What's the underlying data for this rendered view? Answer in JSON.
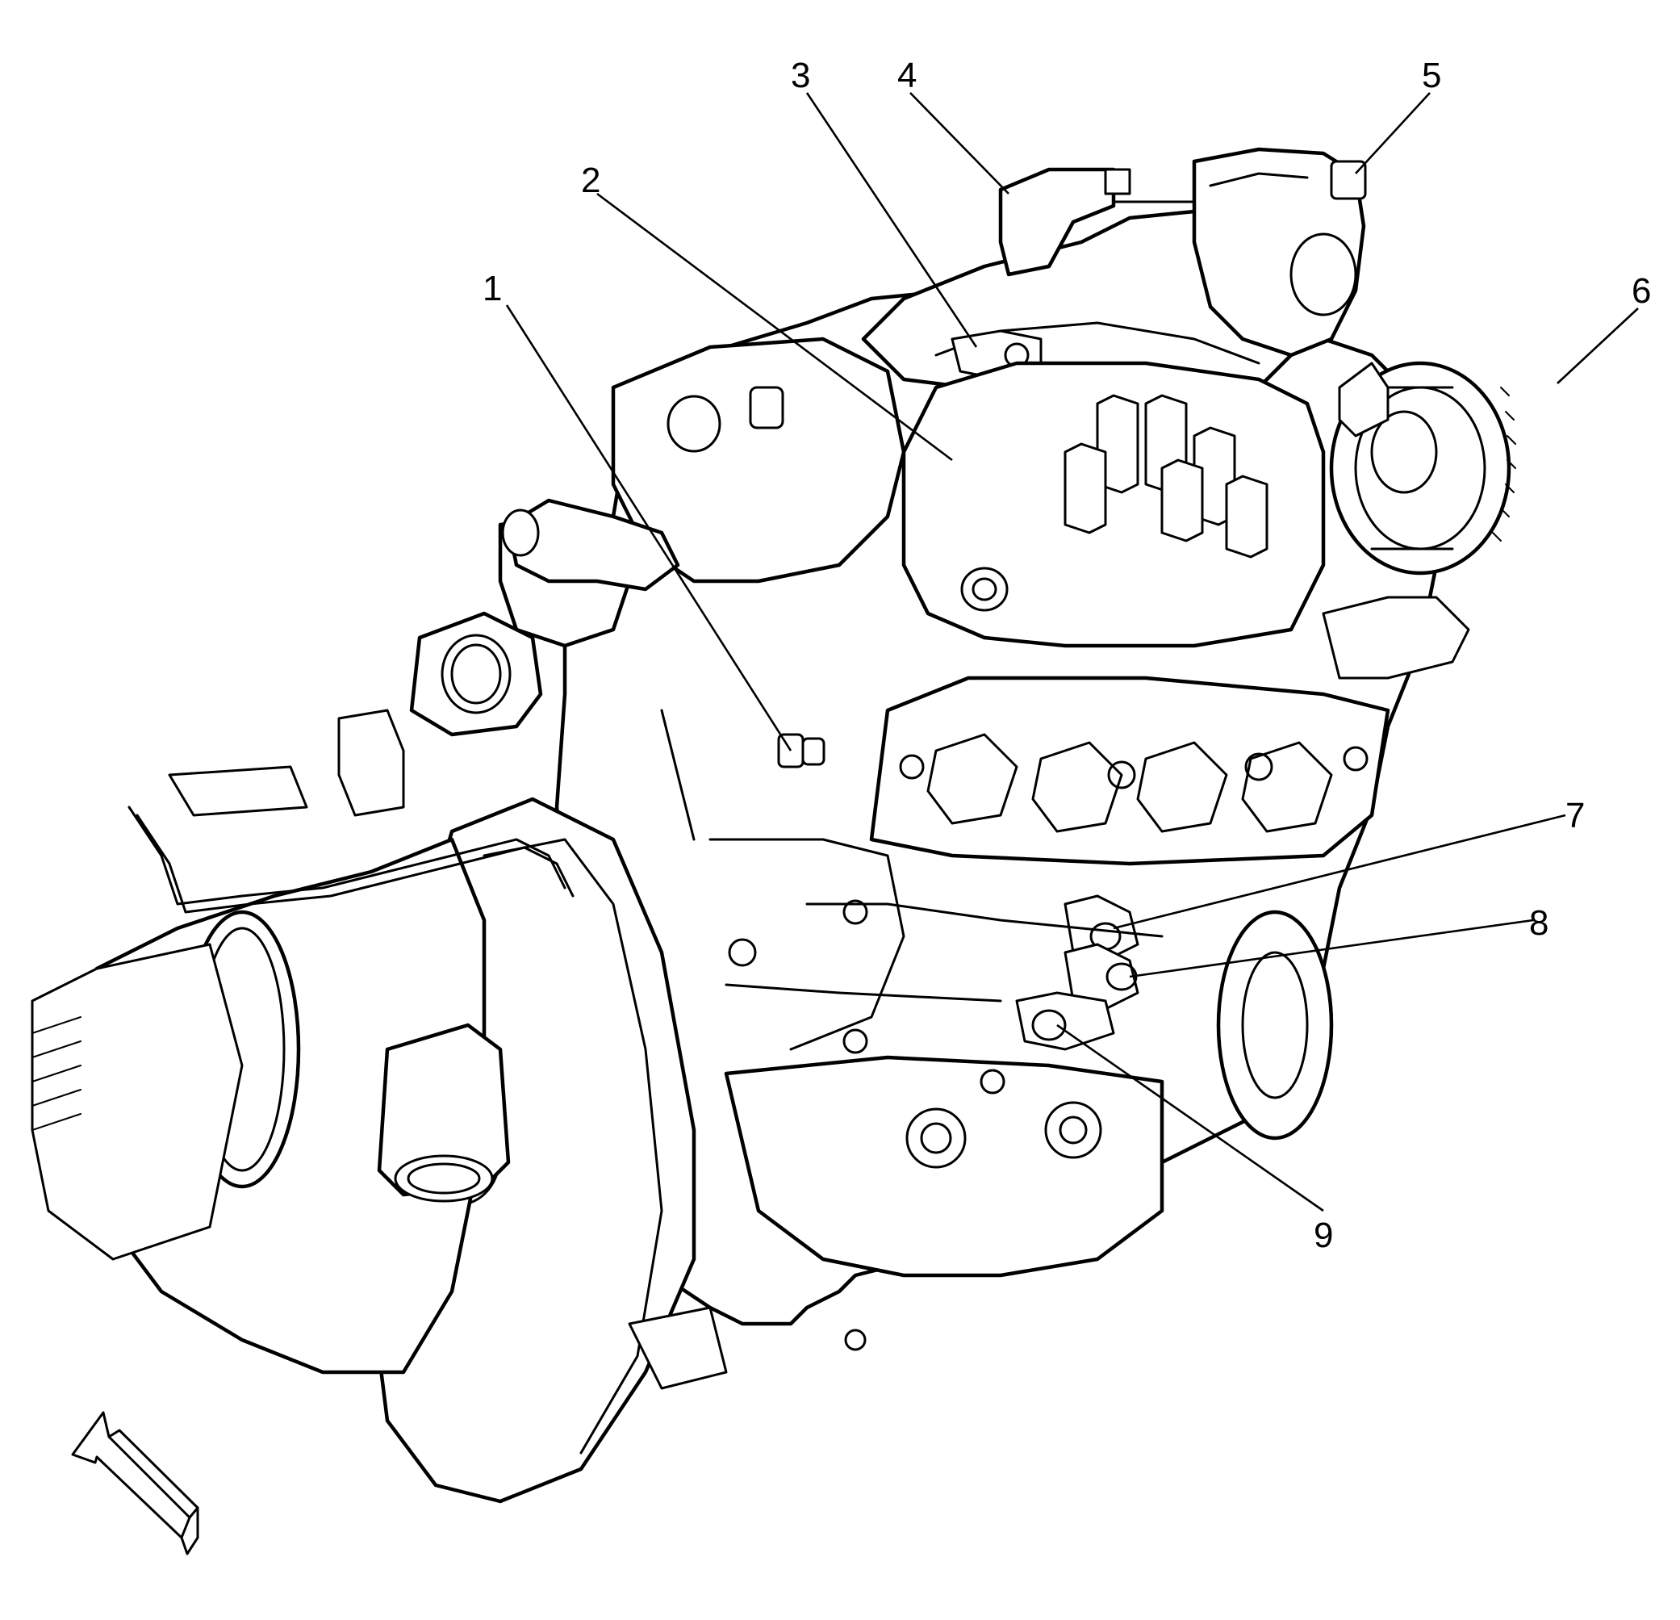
{
  "figure": {
    "callouts": [
      "1",
      "2",
      "3",
      "4",
      "5",
      "6",
      "7",
      "8",
      "9"
    ],
    "direction_arrow": "front-arrow-icon",
    "colors": {
      "line": "#000000",
      "background": "#ffffff"
    }
  }
}
